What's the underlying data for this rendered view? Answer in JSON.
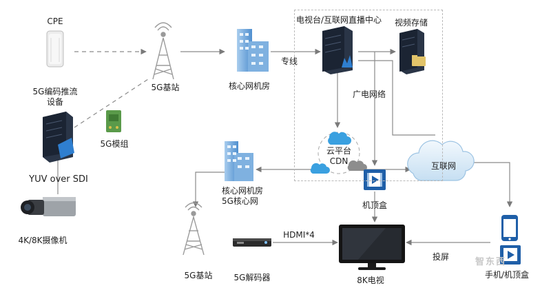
{
  "labels": {
    "cpe": "CPE",
    "encoder": "5G编码推流\n设备",
    "base_station_top": "5G基站",
    "core_room_top": "核心网机房",
    "dedicated_line": "专线",
    "broadcast_center": "电视台/互联网直播中心",
    "video_storage": "视频存储",
    "radio_network": "广电网络",
    "module": "5G模组",
    "yuv_sdi": "YUV over SDI",
    "cloud_cdn": "云平台\nCDN",
    "internet": "互联网",
    "core_room_bottom": "核心网机房\n5G核心网",
    "set_top_box": "机顶盒",
    "camera": "4K/8K摄像机",
    "hdmi": "HDMI*4",
    "base_station_bottom": "5G基站",
    "decoder": "5G解码器",
    "tv_8k": "8K电视",
    "screen_cast": "投屏",
    "phone_box": "手机/机顶盒",
    "watermark": "智东西"
  },
  "colors": {
    "line": "#8a8a8a",
    "cloud_blue": "#3aa0e0",
    "server_dark": "#1e2a3a",
    "building_blue": "#5b9bd5",
    "internet_cloud": "#cfe4f4"
  }
}
